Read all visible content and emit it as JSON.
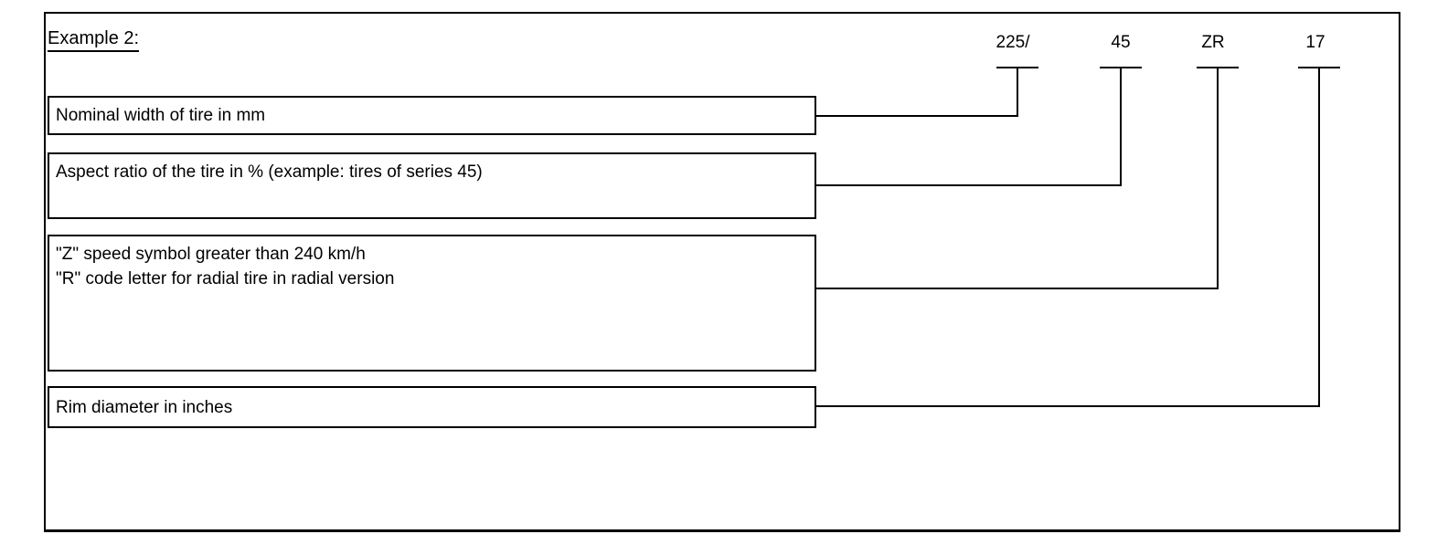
{
  "title": "Example 2:",
  "tire_code": {
    "nominal_width": "225/",
    "aspect_ratio": "45",
    "speed_radial": "ZR",
    "rim_diameter": "17"
  },
  "descriptions": {
    "nominal_width": "Nominal width of tire in mm",
    "aspect_ratio": "Aspect ratio of the tire in % (example: tires of series 45)",
    "speed_radial": "\"Z\" speed symbol greater than 240 km/h\n\"R\" code letter for radial tire in radial version",
    "rim_diameter": "Rim diameter in inches"
  },
  "colors": {
    "line": "#000000",
    "background": "#ffffff"
  }
}
